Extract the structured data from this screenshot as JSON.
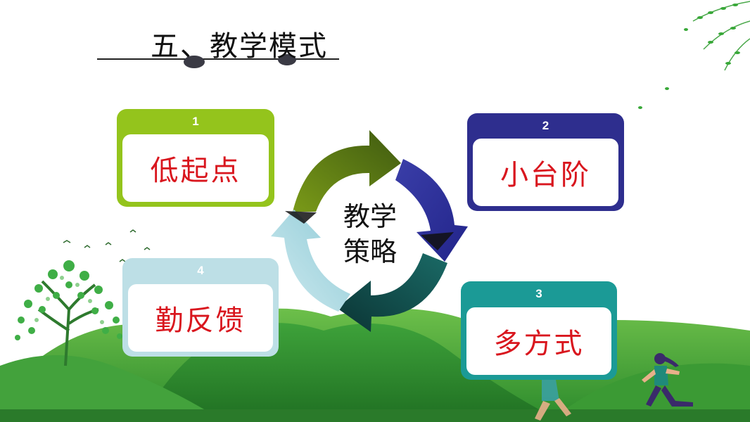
{
  "slide": {
    "title": "五、教学模式",
    "center": {
      "line1": "教学",
      "line2": "策略"
    }
  },
  "cards": [
    {
      "number": "1",
      "label": "低起点",
      "color": "#94c41c"
    },
    {
      "number": "2",
      "label": "小台阶",
      "color": "#2e2e8e"
    },
    {
      "number": "3",
      "label": "多方式",
      "color": "#1b9a96"
    },
    {
      "number": "4",
      "label": "勤反馈",
      "color": "#bddfe6"
    }
  ],
  "colors": {
    "arrow_top_left": "#5b7c10",
    "arrow_top_right": "#33359a",
    "arrow_bottom_right": "#0f4a48",
    "arrow_bottom_left": "#a6d6df",
    "hill_green": "#2f8f2f",
    "label_red": "#d9161e"
  },
  "icons": [
    "tree-icon",
    "runner-icon",
    "leaf-branch-icon"
  ]
}
